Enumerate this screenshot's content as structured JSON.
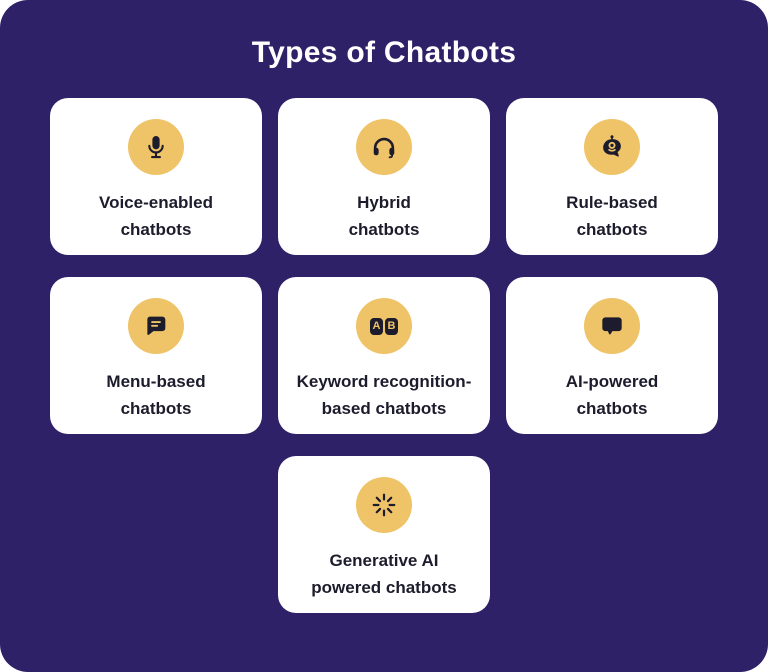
{
  "title": "Types of Chatbots",
  "colors": {
    "background": "#2F2167",
    "card_background": "#FFFFFF",
    "icon_circle": "#EFC368",
    "icon_and_text": "#1D1C2C",
    "title_text": "#FFFFFF"
  },
  "cards": [
    {
      "icon": "microphone-icon",
      "line1": "Voice-enabled",
      "line2": "chatbots"
    },
    {
      "icon": "headphones-icon",
      "line1": "Hybrid",
      "line2": "chatbots"
    },
    {
      "icon": "chatbot-head-icon",
      "line1": "Rule-based",
      "line2": "chatbots"
    },
    {
      "icon": "menu-speech-bubble-icon",
      "line1": "Menu-based",
      "line2": "chatbots"
    },
    {
      "icon": "letter-blocks-ab-icon",
      "letters": [
        "A",
        "B"
      ],
      "line1": "Keyword recognition-",
      "line2": "based chatbots"
    },
    {
      "icon": "speech-bubble-icon",
      "line1": "AI-powered",
      "line2": "chatbots"
    },
    {
      "icon": "sparkle-burst-icon",
      "line1": "Generative AI",
      "line2": "powered chatbots"
    }
  ]
}
